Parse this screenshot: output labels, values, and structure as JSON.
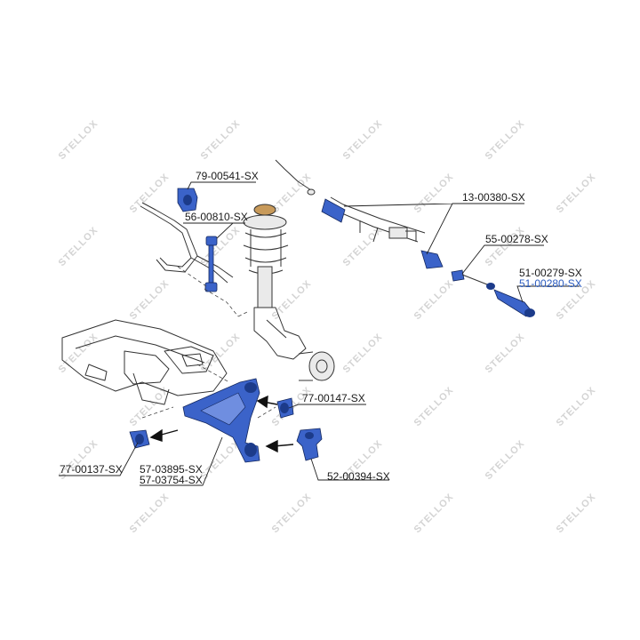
{
  "brand_watermark": "STELLOX",
  "parts": [
    {
      "id": "anti-roll-bar-bush",
      "label": "79-00541-SX"
    },
    {
      "id": "stabilizer-link",
      "label": "56-00810-SX"
    },
    {
      "id": "steering-rack",
      "label": "13-00380-SX"
    },
    {
      "id": "tie-rod",
      "label": "55-00278-SX"
    },
    {
      "id": "tie-rod-end-left",
      "label": "51-00279-SX"
    },
    {
      "id": "tie-rod-end-right",
      "label": "51-00280-SX"
    },
    {
      "id": "rear-arm-bush",
      "label": "77-00147-SX"
    },
    {
      "id": "front-arm-bush",
      "label": "77-00137-SX"
    },
    {
      "id": "control-arm-left",
      "label": "57-03895-SX"
    },
    {
      "id": "control-arm-right",
      "label": "57-03754-SX"
    },
    {
      "id": "ball-joint",
      "label": "52-00394-SX"
    }
  ],
  "colors": {
    "part_highlight": "#3b63c9",
    "highlight_label": "#2a5bbf",
    "watermark": "#d4d4d4",
    "lines": "#222222"
  }
}
